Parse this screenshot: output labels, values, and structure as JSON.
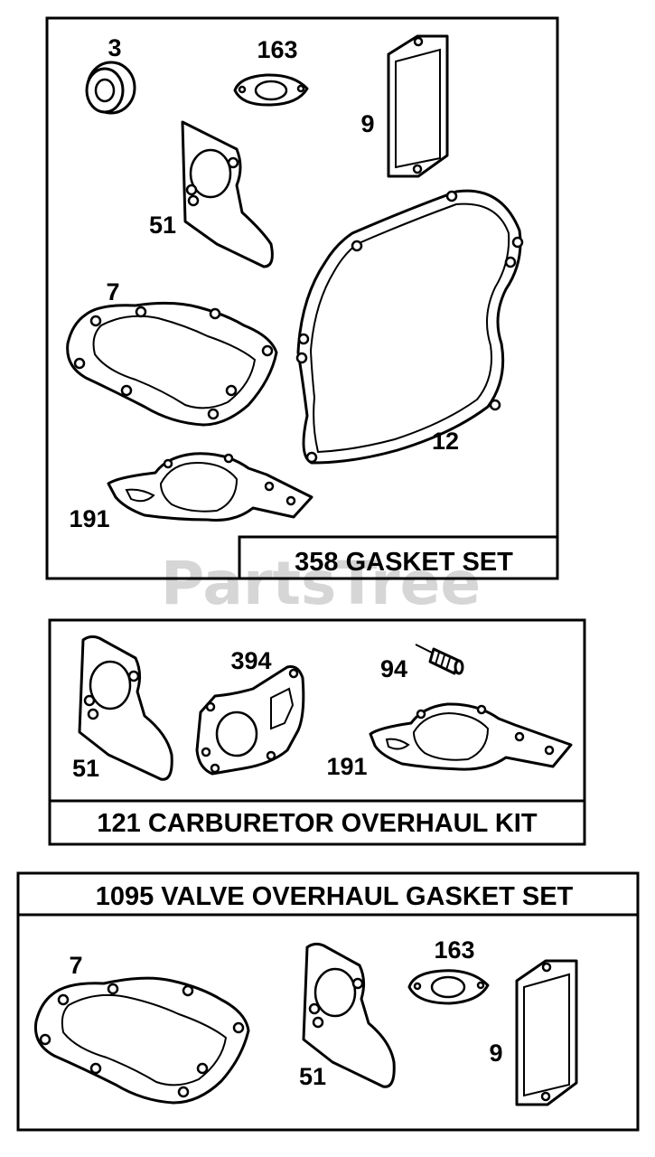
{
  "watermark": "PartsTree",
  "sets": [
    {
      "title": "358 GASKET SET",
      "parts": [
        "3",
        "163",
        "9",
        "51",
        "7",
        "12",
        "191"
      ]
    },
    {
      "title": "121 CARBURETOR OVERHAUL KIT",
      "parts": [
        "394",
        "94",
        "51",
        "191"
      ]
    },
    {
      "title": "1095 VALVE OVERHAUL GASKET SET",
      "parts": [
        "7",
        "163",
        "51",
        "9"
      ]
    }
  ]
}
